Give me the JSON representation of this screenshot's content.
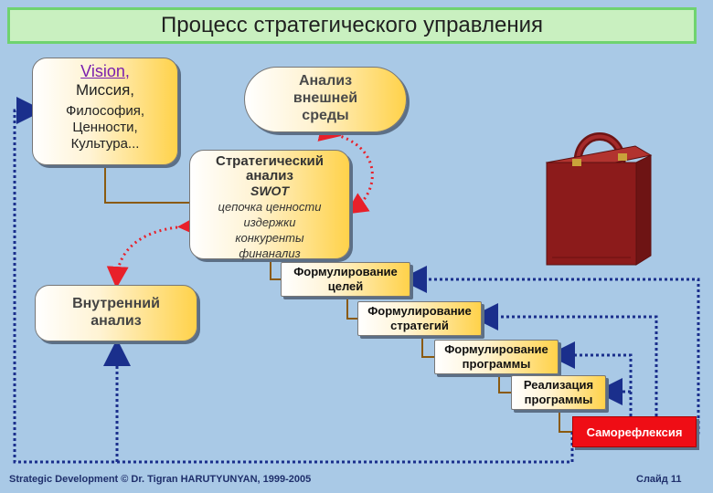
{
  "title": "Процесс стратегического управления",
  "vision_box": {
    "line1": "Vision",
    "line1_comma": ",",
    "line2": "Миссия,",
    "line3": "Философия,",
    "line4": "Ценности,",
    "line5": "Культура..."
  },
  "external_box": {
    "line1": "Анализ",
    "line2": "внешней",
    "line3": "среды"
  },
  "strategic_box": {
    "line1": "Стратегический",
    "line2": "анализ",
    "line3": "SWOT",
    "line4": "цепочка ценности",
    "line5": "издержки",
    "line6": "конкуренты",
    "line7": "финанализ"
  },
  "internal_box": {
    "line1": "Внутренний",
    "line2": "анализ"
  },
  "steps": [
    {
      "line1": "Формулирование",
      "line2": "целей"
    },
    {
      "line1": "Формулирование",
      "line2": "стратегий"
    },
    {
      "line1": "Формулирование",
      "line2": "программы"
    },
    {
      "line1": "Реализация",
      "line2": "программы"
    }
  ],
  "self_reflection": "Саморефлексия",
  "footer": {
    "left": "Strategic Development © Dr. Tigran HARUTYUNYAN, 1999-2005",
    "right": "Слайд 11"
  },
  "colors": {
    "background": "#a9c9e6",
    "box_gradient_end": "#ffd24a",
    "dotted_red": "#e8202a",
    "dotted_blue": "#1a2f8c",
    "connector_brown": "#8a5a10",
    "briefcase": "#8c1b1b"
  },
  "icons": {
    "briefcase": "briefcase-icon"
  }
}
